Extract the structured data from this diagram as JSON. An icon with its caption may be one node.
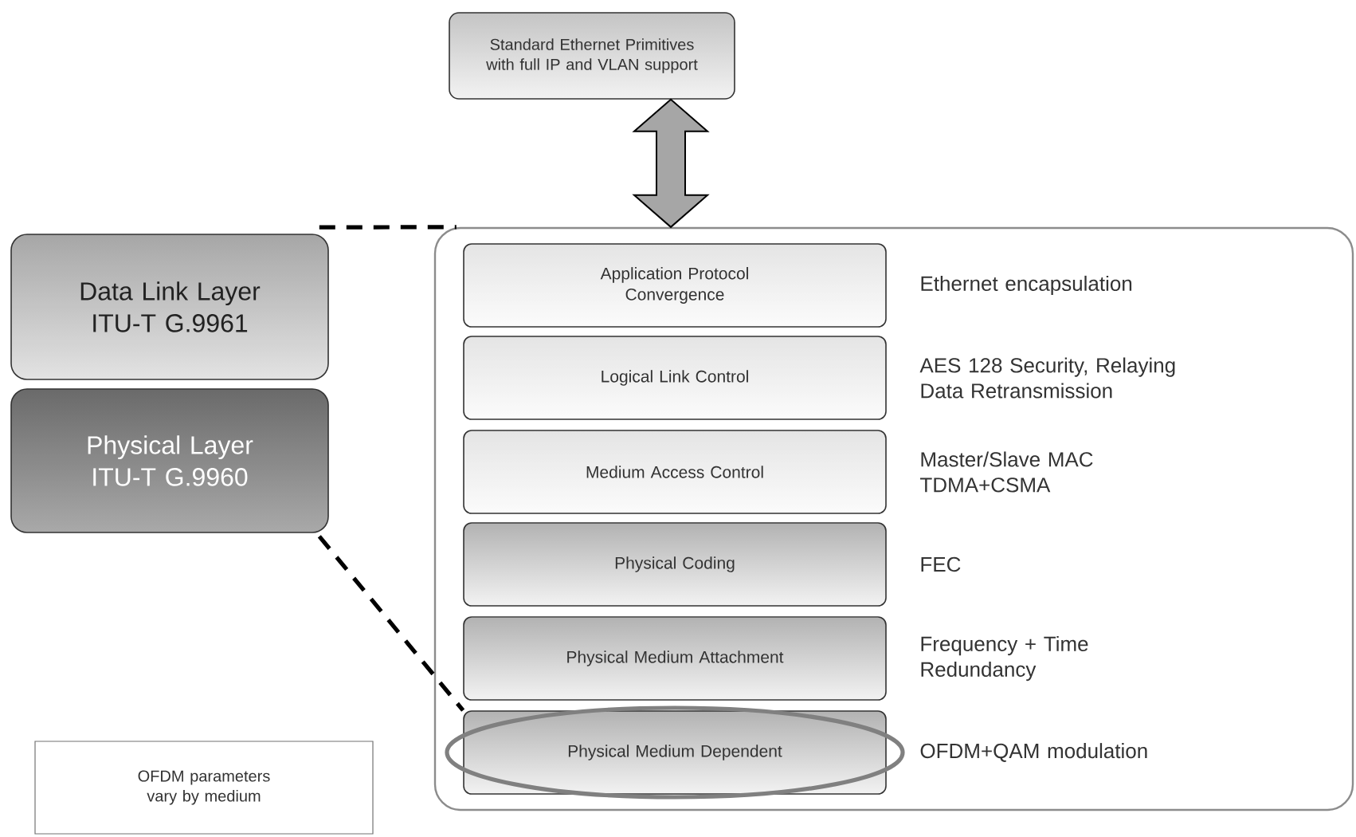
{
  "diagram": {
    "nodes": [
      {
        "text": [
          "Standard Ethernet Primitives with full IP and VLAN support"
        ]
      },
      {
        "text": [],
        "shape": "box"
      },
      {
        "text": [
          "Application Protocol Convergence"
        ],
        "in": 1,
        "beside": [
          "Ethernet encapsulation"
        ]
      },
      {
        "text": [
          "Logical Link Control"
        ],
        "in": 1,
        "beside": [
          "AES 128 Security, Relaying Data Retransmission"
        ]
      },
      {
        "text": [
          "Medium Access Control"
        ],
        "in": 1,
        "beside": [
          "Master/Slave MAC TDMA+CSMA"
        ]
      },
      {
        "text": [
          "Physical Coding"
        ],
        "in": 1,
        "beside": [
          "FEC"
        ]
      },
      {
        "text": [
          "Physical Medium Attachment"
        ],
        "in": 1,
        "beside": [
          "Frequency + Time Redundancy"
        ]
      },
      {
        "text": [
          "Physical Medium Dependent"
        ],
        "in": 1,
        "beside": [
          "OFDM+QAM modulation"
        ]
      },
      {
        "text": [
          "Data Link Layer ITU-T G.9961"
        ]
      },
      {
        "text": [
          "Physical Layer ITU-T G.9960"
        ]
      },
      {
        "text": [
          "OFDM parameters vary by medium"
        ]
      }
    ],
    "edges": [
      {
        "from": 0,
        "to": 1,
        "arrow": "both",
        "style": "thick"
      },
      {
        "from": 8,
        "to": 1,
        "arrow": "none",
        "style": "dashed"
      },
      {
        "from": 9,
        "to": 7,
        "arrow": "none",
        "style": "dashed"
      }
    ]
  }
}
